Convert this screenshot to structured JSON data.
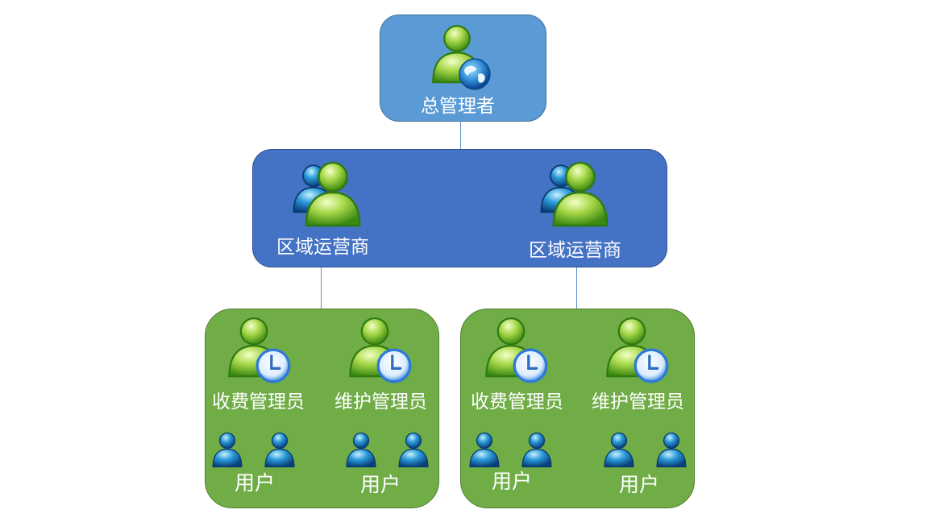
{
  "diagram": {
    "type": "org-hierarchy",
    "root": {
      "label": "总管理者",
      "icon": "admin-globe-icon"
    },
    "operators": [
      {
        "label": "区域运营商",
        "icon": "user-group-icon"
      },
      {
        "label": "区域运营商",
        "icon": "user-group-icon"
      }
    ],
    "groups": [
      {
        "roles": [
          {
            "label": "收费管理员",
            "icon": "user-clock-icon"
          },
          {
            "label": "维护管理员",
            "icon": "user-clock-icon"
          }
        ],
        "users": [
          {
            "label": "用户"
          },
          {
            "label": "用户"
          }
        ]
      },
      {
        "roles": [
          {
            "label": "收费管理员",
            "icon": "user-clock-icon"
          },
          {
            "label": "维护管理员",
            "icon": "user-clock-icon"
          }
        ],
        "users": [
          {
            "label": "用户"
          },
          {
            "label": "用户"
          }
        ]
      }
    ],
    "colors": {
      "root": "#5b9bd5",
      "operators": "#4472c4",
      "groups": "#70ad47",
      "connector": "#5b8fd0"
    }
  }
}
